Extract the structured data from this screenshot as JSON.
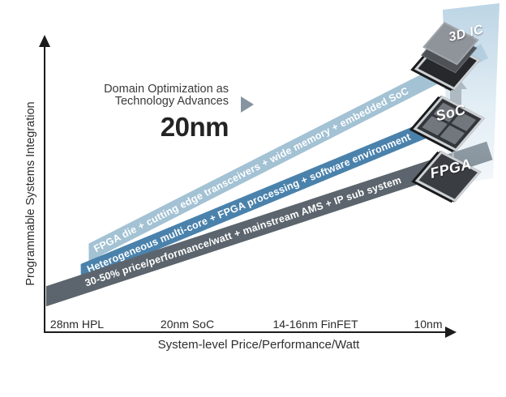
{
  "header": {
    "line1": "Domain Optimization as",
    "line2": "Technology Advances",
    "node_label": "20nm"
  },
  "y_axis": {
    "label": "Programmable Systems Integration"
  },
  "x_axis": {
    "label": "System-level Price/Performance/Watt",
    "ticks": [
      "28nm HPL",
      "20nm SoC",
      "14-16nm FinFET",
      "10nm"
    ]
  },
  "bands": [
    {
      "label": "FPGA die + cutting edge transceivers + wide memory + embedded SoC",
      "color": "#a3c2d4"
    },
    {
      "label": "Heterogeneous multi-core + FPGA processing + software environment",
      "color": "#4a82ac"
    },
    {
      "label": "30-50% price/performance/watt + mainstream AMS + IP sub system",
      "color": "#5c656d"
    }
  ],
  "chips": [
    {
      "label": "3D IC"
    },
    {
      "label": "SoC"
    },
    {
      "label": "FPGA"
    }
  ],
  "colors": {
    "axis": "#1c1c1c",
    "pointer": "#8694a1",
    "column": "#cddfeb",
    "up_arrow": "#aeb9c1",
    "chip_frame": "#cdd1d4",
    "text": "#2e2e2e"
  }
}
